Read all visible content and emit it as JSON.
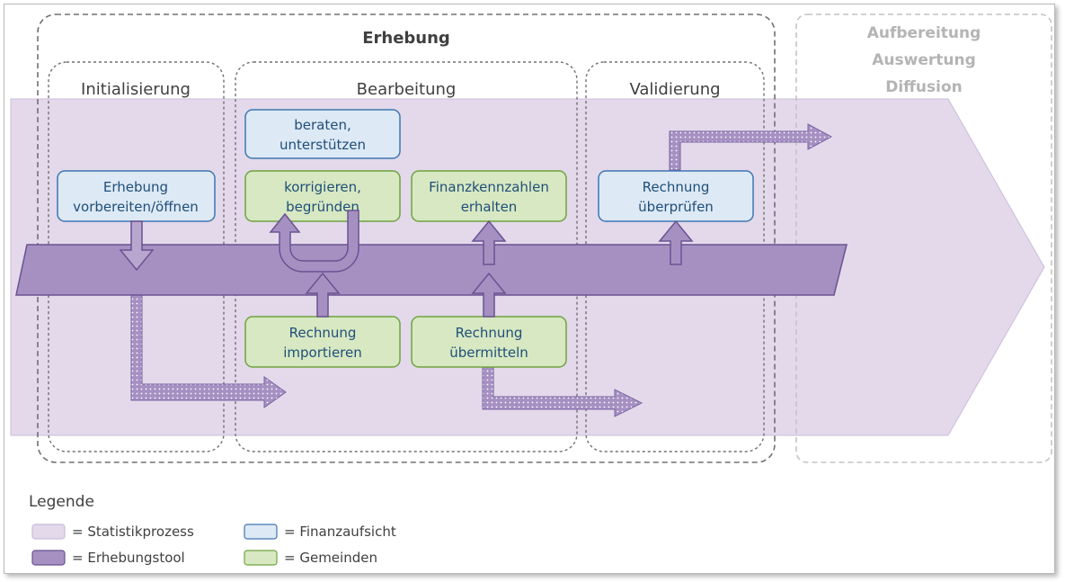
{
  "groups": {
    "erhebung": "Erhebung",
    "aufbereitung": [
      "Aufbereitung",
      "Auswertung",
      "Diffusion"
    ]
  },
  "phases": {
    "initialisierung": "Initialisierung",
    "bearbeitung": "Bearbeitung",
    "validierung": "Validierung"
  },
  "boxes": {
    "beraten": [
      "beraten,",
      "unterstützen"
    ],
    "erhebung_oeffnen": [
      "Erhebung",
      "vorbereiten/öffnen"
    ],
    "korrigieren": [
      "korrigieren,",
      "begründen"
    ],
    "finanzkennzahlen": [
      "Finanzkennzahlen",
      "erhalten"
    ],
    "rechnung_pruefen": [
      "Rechnung",
      "überprüfen"
    ],
    "rechnung_importieren": [
      "Rechnung",
      "importieren"
    ],
    "rechnung_uebermitteln": [
      "Rechnung",
      "übermitteln"
    ]
  },
  "legend": {
    "title": "Legende",
    "statistikprozess": "= Statistikprozess",
    "erhebungstool": "= Erhebungstool",
    "finanzaufsicht": "= Finanzaufsicht",
    "gemeinden": "= Gemeinden"
  },
  "colors": {
    "process": "#e3d9eb",
    "tool": "#a690c2",
    "tool_border": "#6a5291",
    "finanzaufsicht_fill": "#dde9f4",
    "finanzaufsicht_border": "#3e77b0",
    "gemeinden_fill": "#d7e8c2",
    "gemeinden_border": "#6fa33e",
    "text_blue": "#1f4e79",
    "text_dark": "#404040",
    "text_grey": "#b4b4b4"
  }
}
